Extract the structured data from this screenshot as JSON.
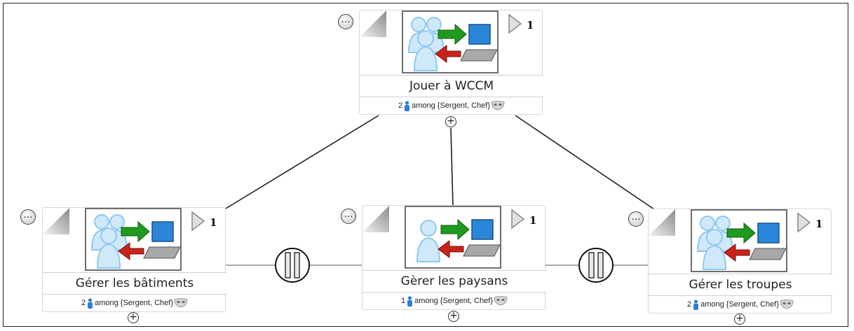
{
  "diagram": {
    "nodes": [
      {
        "id": "root",
        "name": "Jouer à WCCM",
        "iterations": "1",
        "role_count": "2",
        "role_text": "among {Sergent, Chef}",
        "more_label": "…",
        "add_label": "+"
      },
      {
        "id": "batiments",
        "name": "Gérer les bâtiments",
        "iterations": "1",
        "role_count": "2",
        "role_text": "among {Sergent, Chef}",
        "more_label": "…",
        "add_label": "+"
      },
      {
        "id": "paysans",
        "name": "Gèrer les paysans",
        "iterations": "1",
        "role_count": "1",
        "role_text": "among {Sergent, Chef}",
        "more_label": "…",
        "add_label": "+"
      },
      {
        "id": "troupes",
        "name": "Gérer les troupes",
        "iterations": "1",
        "role_count": "2",
        "role_text": "among {Sergent, Chef}",
        "more_label": "…",
        "add_label": "+"
      }
    ],
    "edges": [
      {
        "from": "root",
        "to": "batiments",
        "type": "decomposition"
      },
      {
        "from": "root",
        "to": "paysans",
        "type": "decomposition"
      },
      {
        "from": "root",
        "to": "troupes",
        "type": "decomposition"
      },
      {
        "from": "batiments",
        "to": "paysans",
        "type": "parallel"
      },
      {
        "from": "paysans",
        "to": "troupes",
        "type": "parallel"
      }
    ],
    "colors": {
      "arrow_green": "#1f9a1f",
      "arrow_red": "#c8231b",
      "screen_blue": "#2a86d8",
      "people_blue": "#8fc9ef",
      "role_icon_blue": "#2b7fd4"
    },
    "icons": {
      "node_picture": "collaboration-icon",
      "node_fold": "page-fold-icon",
      "iteration": "play-triangle-icon",
      "role_person": "person-icon",
      "role_mask": "mask-icon",
      "more": "ellipsis-circle-icon",
      "add": "add-circle-icon",
      "parallel": "parallel-operator-icon"
    }
  }
}
